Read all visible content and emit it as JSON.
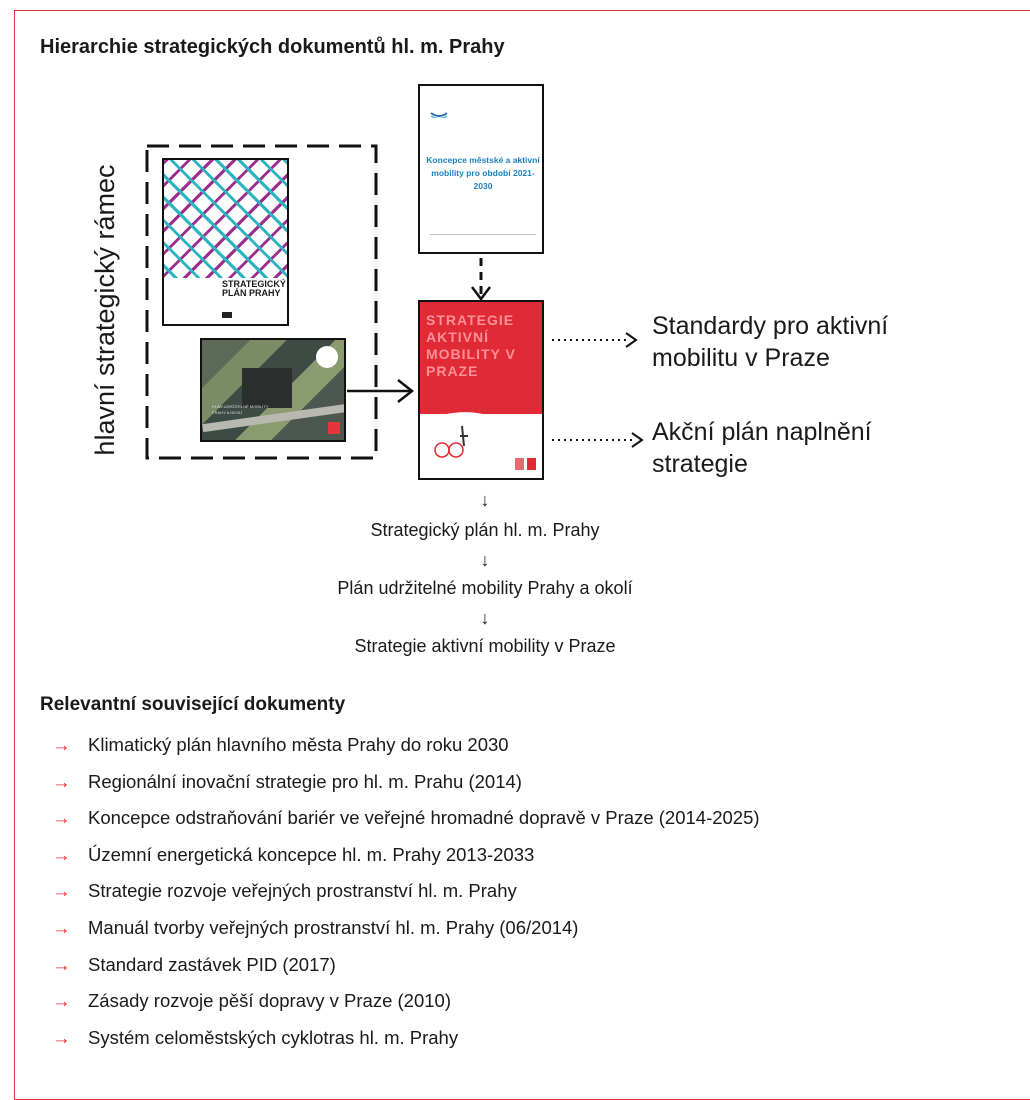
{
  "title": "Hierarchie strategických dokumentů hl. m. Prahy",
  "framework_label": "hlavní strategický rámec",
  "documents": {
    "spp": {
      "title_line1": "STRATEGICKÝ",
      "title_line2": "PLÁN PRAHY"
    },
    "pum": {
      "text": "PLÁN UDRŽITELNÉ MOBILITY PRAHY A OKOLÍ"
    },
    "koncepce": {
      "title": "Koncepce městské a aktivní mobility pro období 2021-2030"
    },
    "sam": {
      "title": "STRATEGIE AKTIVNÍ MOBILITY V PRAZE"
    }
  },
  "outputs": {
    "standardy": "Standardy pro aktivní mobilitu v Praze",
    "akcni_plan": "Akční plán naplnění strategie"
  },
  "hierarchy": {
    "arrow": "↓",
    "items": [
      "Strategický plán hl. m. Prahy",
      "Plán udržitelné mobility Prahy a okolí",
      "Strategie aktivní mobility v Praze"
    ]
  },
  "related": {
    "title": "Relevantní související dokumenty",
    "bullet": "→",
    "items": [
      "Klimatický plán hlavního města Prahy do roku 2030",
      "Regionální inovační strategie pro hl. m. Prahu (2014)",
      "Koncepce odstraňování bariér ve veřejné hromadné dopravě v Praze (2014-2025)",
      "Územní energetická koncepce hl. m. Prahy 2013-2033",
      "Strategie rozvoje veřejných prostranství hl. m. Prahy",
      "Manuál tvorby veřejných prostranství hl. m. Prahy (06/2014)",
      "Standard zastávek PID (2017)",
      "Zásady rozvoje pěší dopravy v Praze (2010)",
      "Systém celoměstských cyklotras hl. m. Prahy"
    ]
  },
  "colors": {
    "accent": "#e8333a",
    "strategy_red": "#e02a35",
    "koncepce_blue": "#1d7fc0"
  }
}
